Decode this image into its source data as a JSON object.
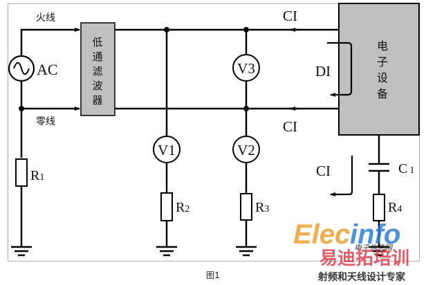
{
  "figure": {
    "caption": "图1",
    "labels": {
      "live_wire": "火线",
      "neutral_wire": "零线",
      "source": "AC",
      "filter": [
        "低",
        "通",
        "滤",
        "波",
        "器"
      ],
      "device": [
        "电",
        "子",
        "设",
        "备"
      ],
      "common_mode_top": "CI",
      "common_mode_bottom": "CI",
      "common_mode_ground": "CI",
      "differential_mode": "DI"
    },
    "components": {
      "voltmeters": [
        {
          "id": "V1",
          "label": "V1"
        },
        {
          "id": "V2",
          "label": "V2"
        },
        {
          "id": "V3",
          "label": "V3"
        }
      ],
      "resistors": [
        {
          "id": "R1",
          "letter": "R",
          "sub": "1"
        },
        {
          "id": "R2",
          "letter": "R",
          "sub": "2"
        },
        {
          "id": "R3",
          "letter": "R",
          "sub": "3"
        },
        {
          "id": "R4",
          "letter": "R",
          "sub": "4"
        }
      ],
      "capacitor": {
        "id": "C1",
        "letter": "C",
        "sub": "1"
      }
    },
    "colors": {
      "wire": "#000000",
      "box_fill": "#c0c0c0",
      "frame": "#b0b0b0"
    }
  },
  "watermark": {
    "brand_part1": "Elec",
    "brand_part2": "info",
    "brand_sub": "电子信息网",
    "banner": "易迪拓培训",
    "tagline": "射频和天线设计专家",
    "colors": {
      "orange": "#f0a030",
      "blue": "#2d7fd0",
      "red": "#e04050"
    }
  }
}
